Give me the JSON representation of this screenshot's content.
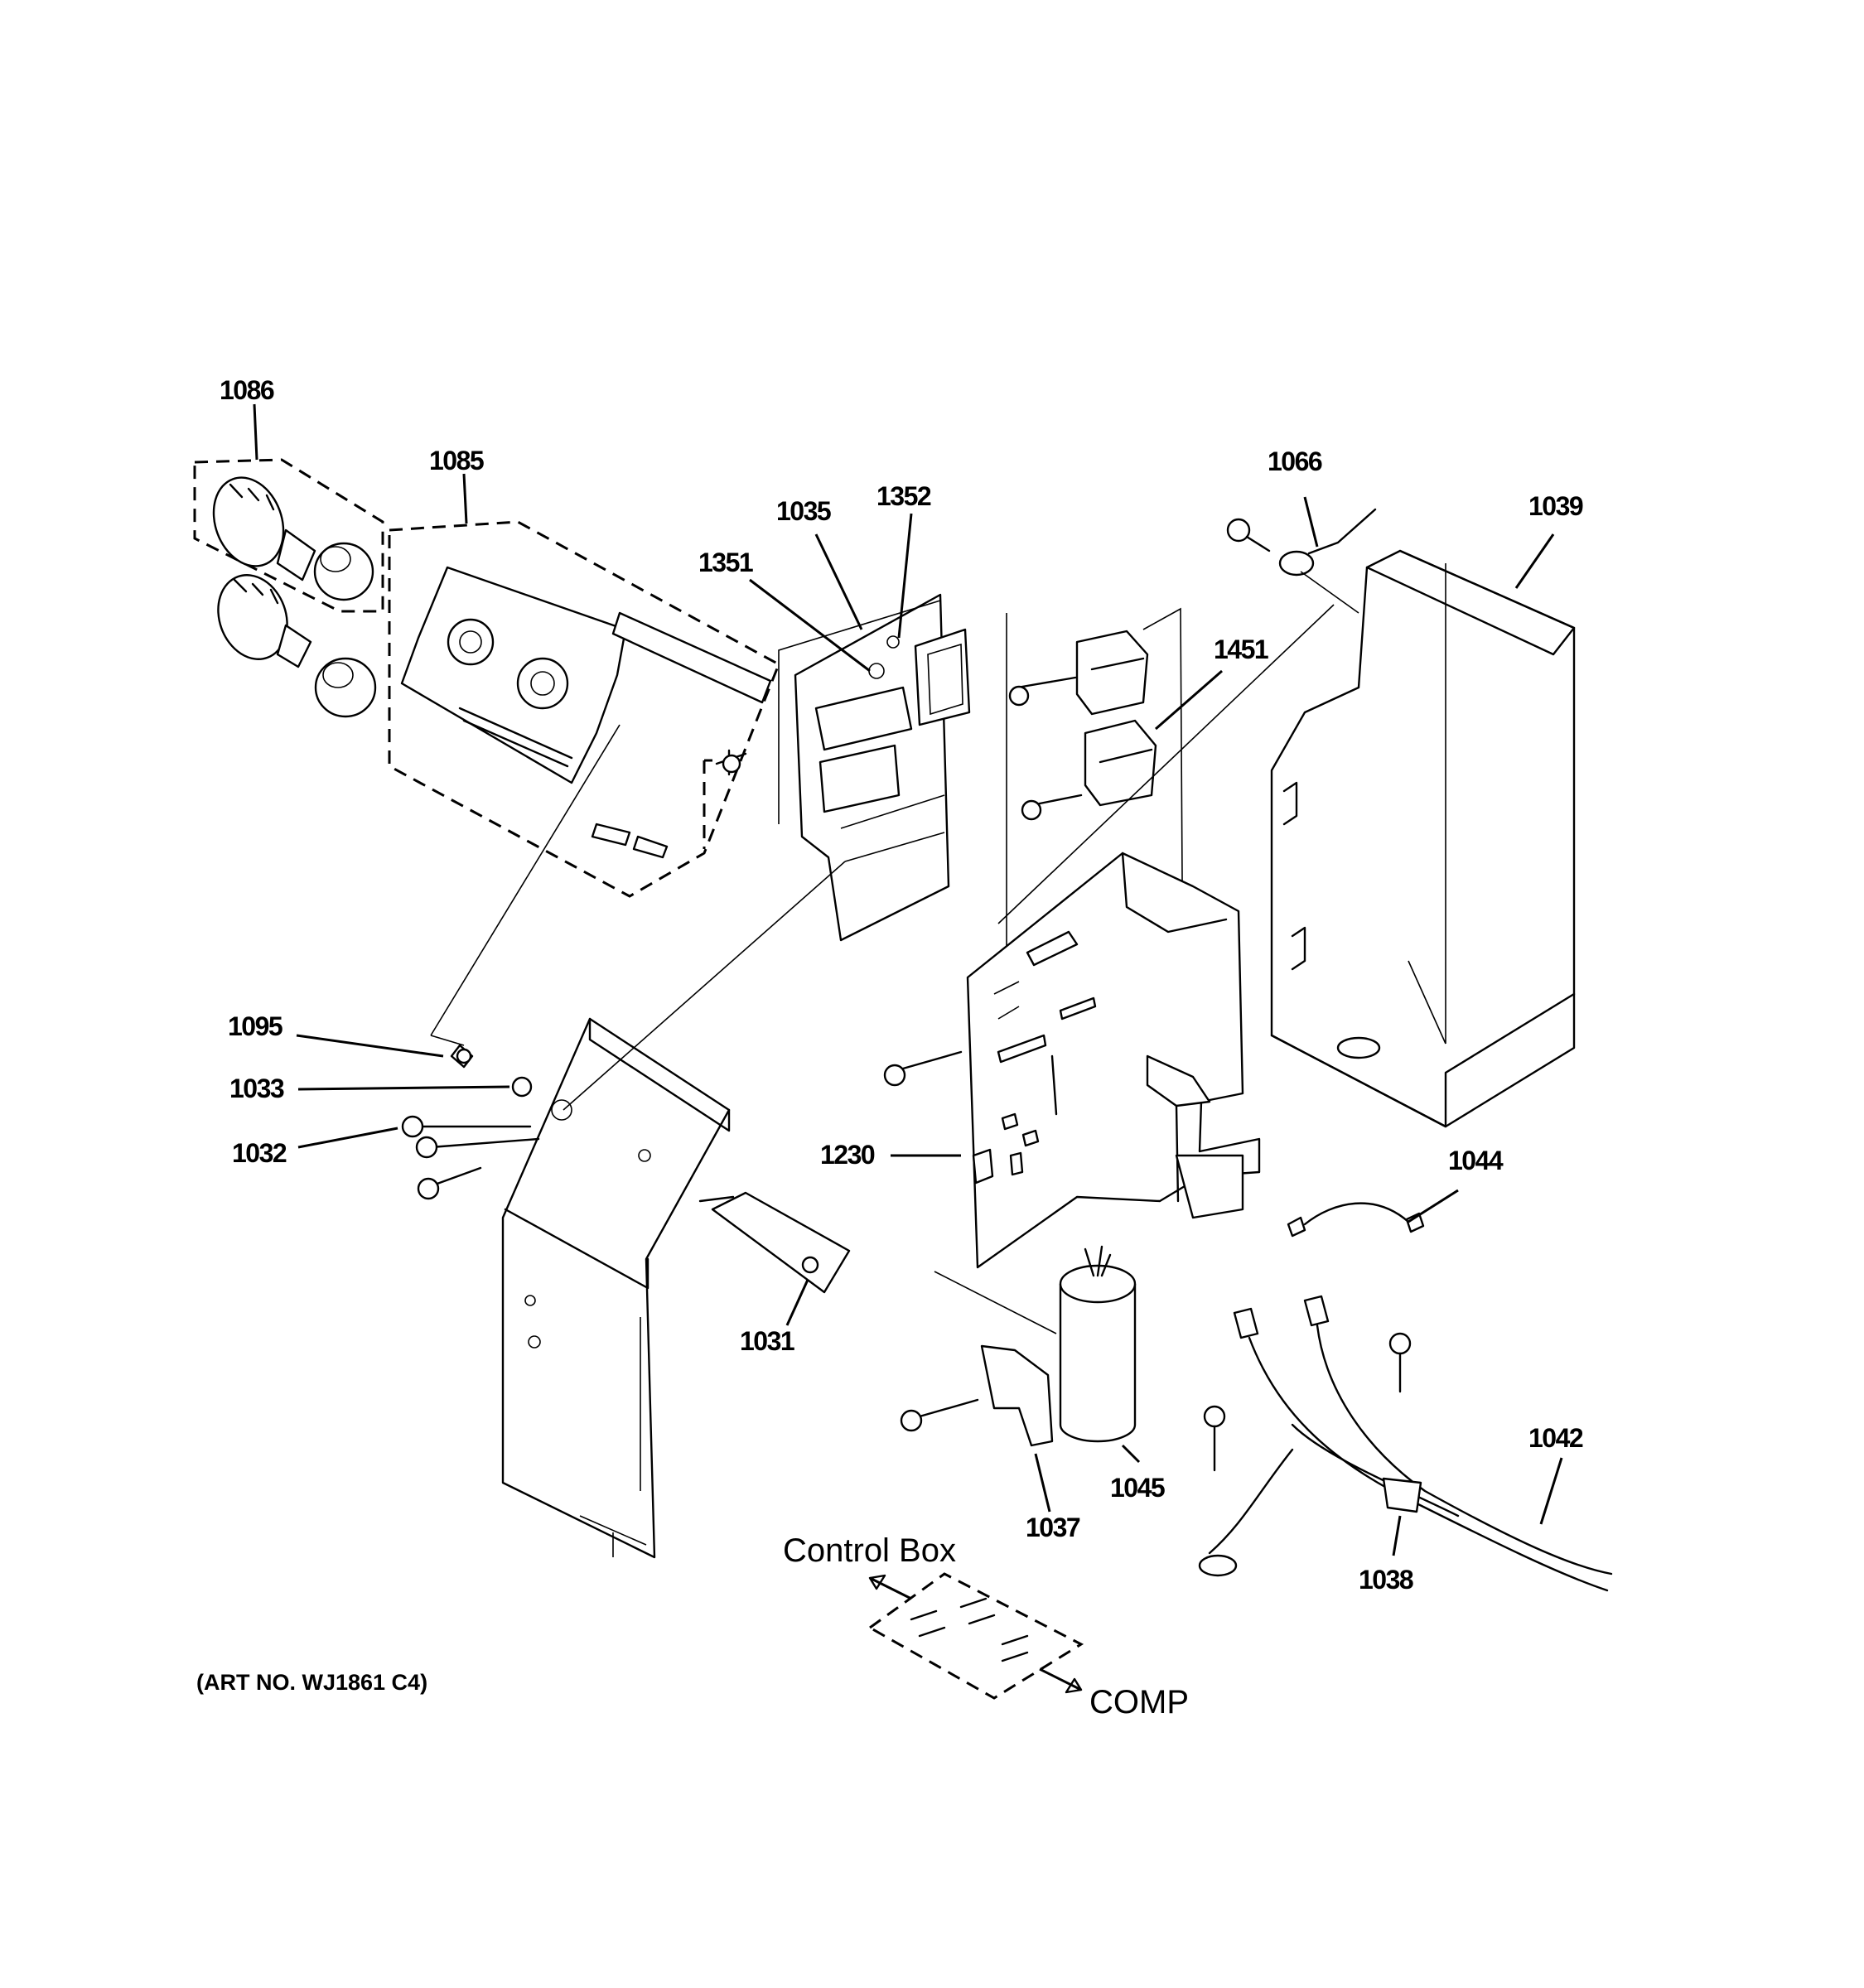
{
  "diagram": {
    "art_number": "(ART NO. WJ1861 C4)",
    "text_labels": {
      "control_box": "Control Box",
      "comp": "COMP"
    },
    "parts": [
      {
        "id": "p1086",
        "label": "1086"
      },
      {
        "id": "p1085",
        "label": "1085"
      },
      {
        "id": "p1035",
        "label": "1035"
      },
      {
        "id": "p1352",
        "label": "1352"
      },
      {
        "id": "p1351",
        "label": "1351"
      },
      {
        "id": "p1066",
        "label": "1066"
      },
      {
        "id": "p1039",
        "label": "1039"
      },
      {
        "id": "p1451",
        "label": "1451"
      },
      {
        "id": "p1095",
        "label": "1095"
      },
      {
        "id": "p1033",
        "label": "1033"
      },
      {
        "id": "p1032",
        "label": "1032"
      },
      {
        "id": "p1230",
        "label": "1230"
      },
      {
        "id": "p1044",
        "label": "1044"
      },
      {
        "id": "p1031",
        "label": "1031"
      },
      {
        "id": "p1042",
        "label": "1042"
      },
      {
        "id": "p1045",
        "label": "1045"
      },
      {
        "id": "p1037",
        "label": "1037"
      },
      {
        "id": "p1038",
        "label": "1038"
      }
    ]
  }
}
